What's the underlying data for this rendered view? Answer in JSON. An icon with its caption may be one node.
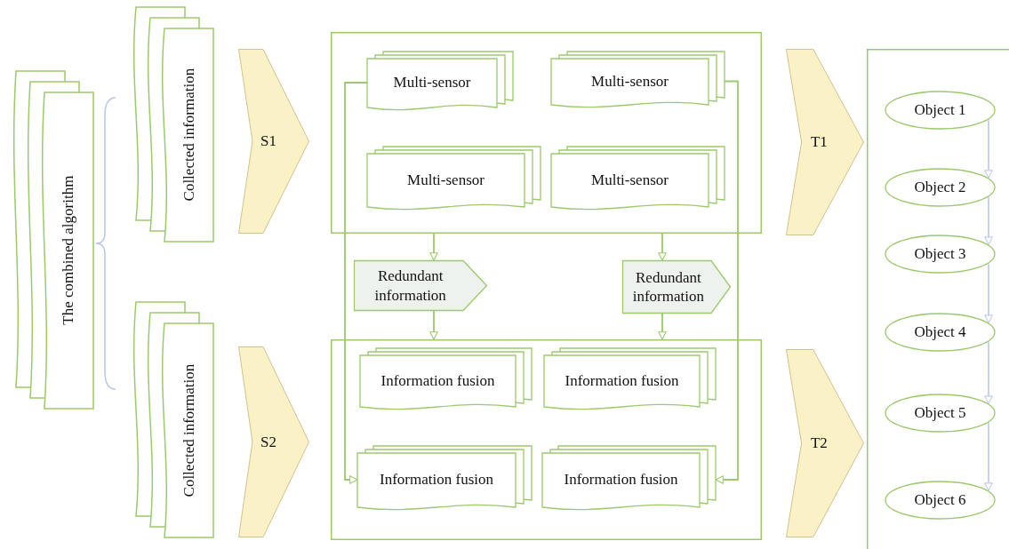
{
  "diagram": {
    "nodes": [
      {
        "text": [
          "The combined algorithm"
        ]
      },
      {
        "text": [
          "Collected information"
        ]
      },
      {
        "text": [
          "Collected information"
        ]
      },
      {
        "text": [
          "S1"
        ]
      },
      {
        "text": [
          "S2"
        ]
      },
      {
        "text": [],
        "shape": "box"
      },
      {
        "text": [
          "Multi-sensor"
        ],
        "in": 5
      },
      {
        "text": [
          "Multi-sensor"
        ],
        "in": 5
      },
      {
        "text": [
          "Multi-sensor"
        ],
        "in": 5
      },
      {
        "text": [
          "Multi-sensor"
        ],
        "in": 5
      },
      {
        "text": [
          "Redundant information"
        ]
      },
      {
        "text": [
          "Redundant information"
        ]
      },
      {
        "text": [],
        "shape": "box"
      },
      {
        "text": [
          "Information fusion"
        ],
        "in": 12
      },
      {
        "text": [
          "Information fusion"
        ],
        "in": 12
      },
      {
        "text": [
          "Information fusion"
        ],
        "in": 12
      },
      {
        "text": [
          "Information fusion"
        ],
        "in": 12
      },
      {
        "text": [
          "T1"
        ]
      },
      {
        "text": [
          "T2"
        ]
      },
      {
        "text": [],
        "shape": "box"
      },
      {
        "text": [
          "Object 1"
        ],
        "in": 19
      },
      {
        "text": [
          "Object 2"
        ],
        "in": 19
      },
      {
        "text": [
          "Object 3"
        ],
        "in": 19
      },
      {
        "text": [
          "Object 4"
        ],
        "in": 19
      },
      {
        "text": [
          "Object 5"
        ],
        "in": 19
      },
      {
        "text": [
          "Object 6"
        ],
        "in": 19
      }
    ],
    "edges": [
      {
        "from": 6,
        "to": 15,
        "arrow": "to"
      },
      {
        "from": 7,
        "to": 16,
        "arrow": "to"
      },
      {
        "from": 5,
        "to": 10,
        "arrow": "to"
      },
      {
        "from": 10,
        "to": 12,
        "arrow": "to"
      },
      {
        "from": 5,
        "to": 11,
        "arrow": "to"
      },
      {
        "from": 11,
        "to": 12,
        "arrow": "to"
      },
      {
        "from": 20,
        "to": 21,
        "arrow": "to",
        "color": "#c3cdf0"
      },
      {
        "from": 21,
        "to": 22,
        "arrow": "to",
        "color": "#c3cdf0"
      },
      {
        "from": 22,
        "to": 23,
        "arrow": "to",
        "color": "#c3cdf0"
      },
      {
        "from": 23,
        "to": 24,
        "arrow": "to",
        "color": "#c3cdf0"
      },
      {
        "from": 24,
        "to": 25,
        "arrow": "to",
        "color": "#c3cdf0"
      }
    ]
  }
}
